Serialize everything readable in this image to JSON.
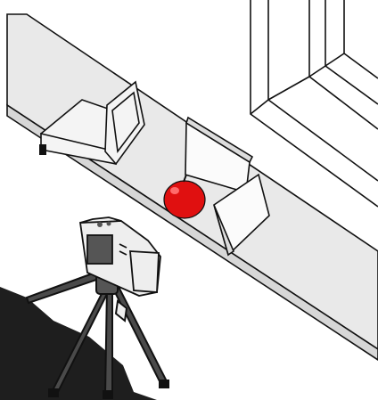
{
  "scene": {
    "colors": {
      "background": "#ffffff",
      "outline": "#111111",
      "shelf_top": "#e9e9e9",
      "shelf_front": "#d7d7d7",
      "wall": "#ffffff",
      "apple": "#e01010",
      "apple_highlight": "#ff6b6b",
      "card": "#fbfbfb",
      "card_shadow": "#dcdcdc",
      "flash_box": "#f4f4f4",
      "camera_body": "#eeeeee",
      "camera_dark": "#555555",
      "tripod": "#4a4a4a",
      "floor_shadow": "#1e1e1e"
    },
    "objects": [
      {
        "name": "window",
        "icon": "window-frame"
      },
      {
        "name": "shelf",
        "icon": "shelf"
      },
      {
        "name": "flash-unit",
        "icon": "flash-box"
      },
      {
        "name": "white-reflector-card",
        "icon": "card"
      },
      {
        "name": "red-apple",
        "icon": "apple"
      },
      {
        "name": "gray-reflector-card",
        "icon": "card"
      },
      {
        "name": "digital-camera",
        "icon": "camera"
      },
      {
        "name": "tripod",
        "icon": "tripod"
      },
      {
        "name": "floor-shadow",
        "icon": "shadow"
      }
    ]
  }
}
